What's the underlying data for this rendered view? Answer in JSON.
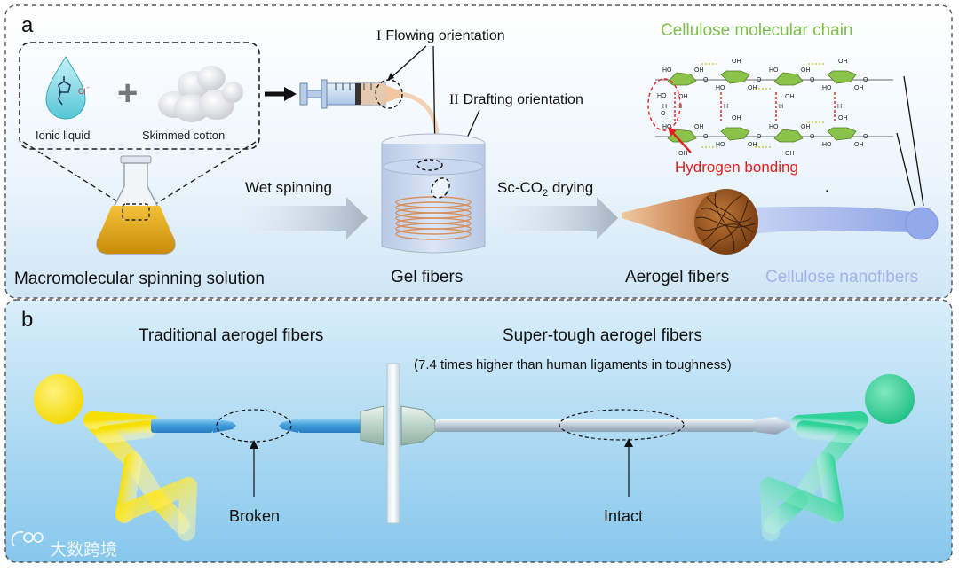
{
  "panel_a": {
    "letter": "a",
    "ionic_liquid": "Ionic liquid",
    "anion": "Cl",
    "anion_charge": "-",
    "plus": "+",
    "skimmed_cotton": "Skimmed cotton",
    "flow_numeral": "I",
    "flow_text": "Flowing orientation",
    "draft_numeral": "II",
    "draft_text": "Drafting orientation",
    "wet_spinning": "Wet spinning",
    "sc_prefix": "Sc-CO",
    "sc_sub": "2",
    "sc_suffix": " drying",
    "spinning_solution": "Macromolecular spinning solution",
    "gel_fibers": "Gel fibers",
    "aerogel_fibers": "Aerogel fibers",
    "cellulose_nanofibers": "Cellulose nanofibers",
    "molecular_chain": "Cellulose molecular chain",
    "hydrogen_bonding": "Hydrogen bonding",
    "ho": "HO",
    "oh": "OH",
    "o": "O",
    "h": "H"
  },
  "panel_b": {
    "letter": "b",
    "traditional": "Traditional aerogel fibers",
    "super_tough": "Super-tough aerogel fibers",
    "toughness_note": "(7.4 times higher than human ligaments in toughness)",
    "broken": "Broken",
    "intact": "Intact"
  },
  "watermark": "大数跨境",
  "colors": {
    "panel_a_top": "#ffffff",
    "panel_a_bottom": "#cfe6f6",
    "panel_b_top": "#cfe8f8",
    "panel_b_bottom": "#7fc3ea",
    "molecule_green": "#8bc34a",
    "hydrogen_red": "#e02020",
    "label_green": "#7cc04a",
    "nanofiber_blue": "#9fb4ea",
    "person_left": "#f7e000",
    "person_right": "#2fd39a"
  }
}
